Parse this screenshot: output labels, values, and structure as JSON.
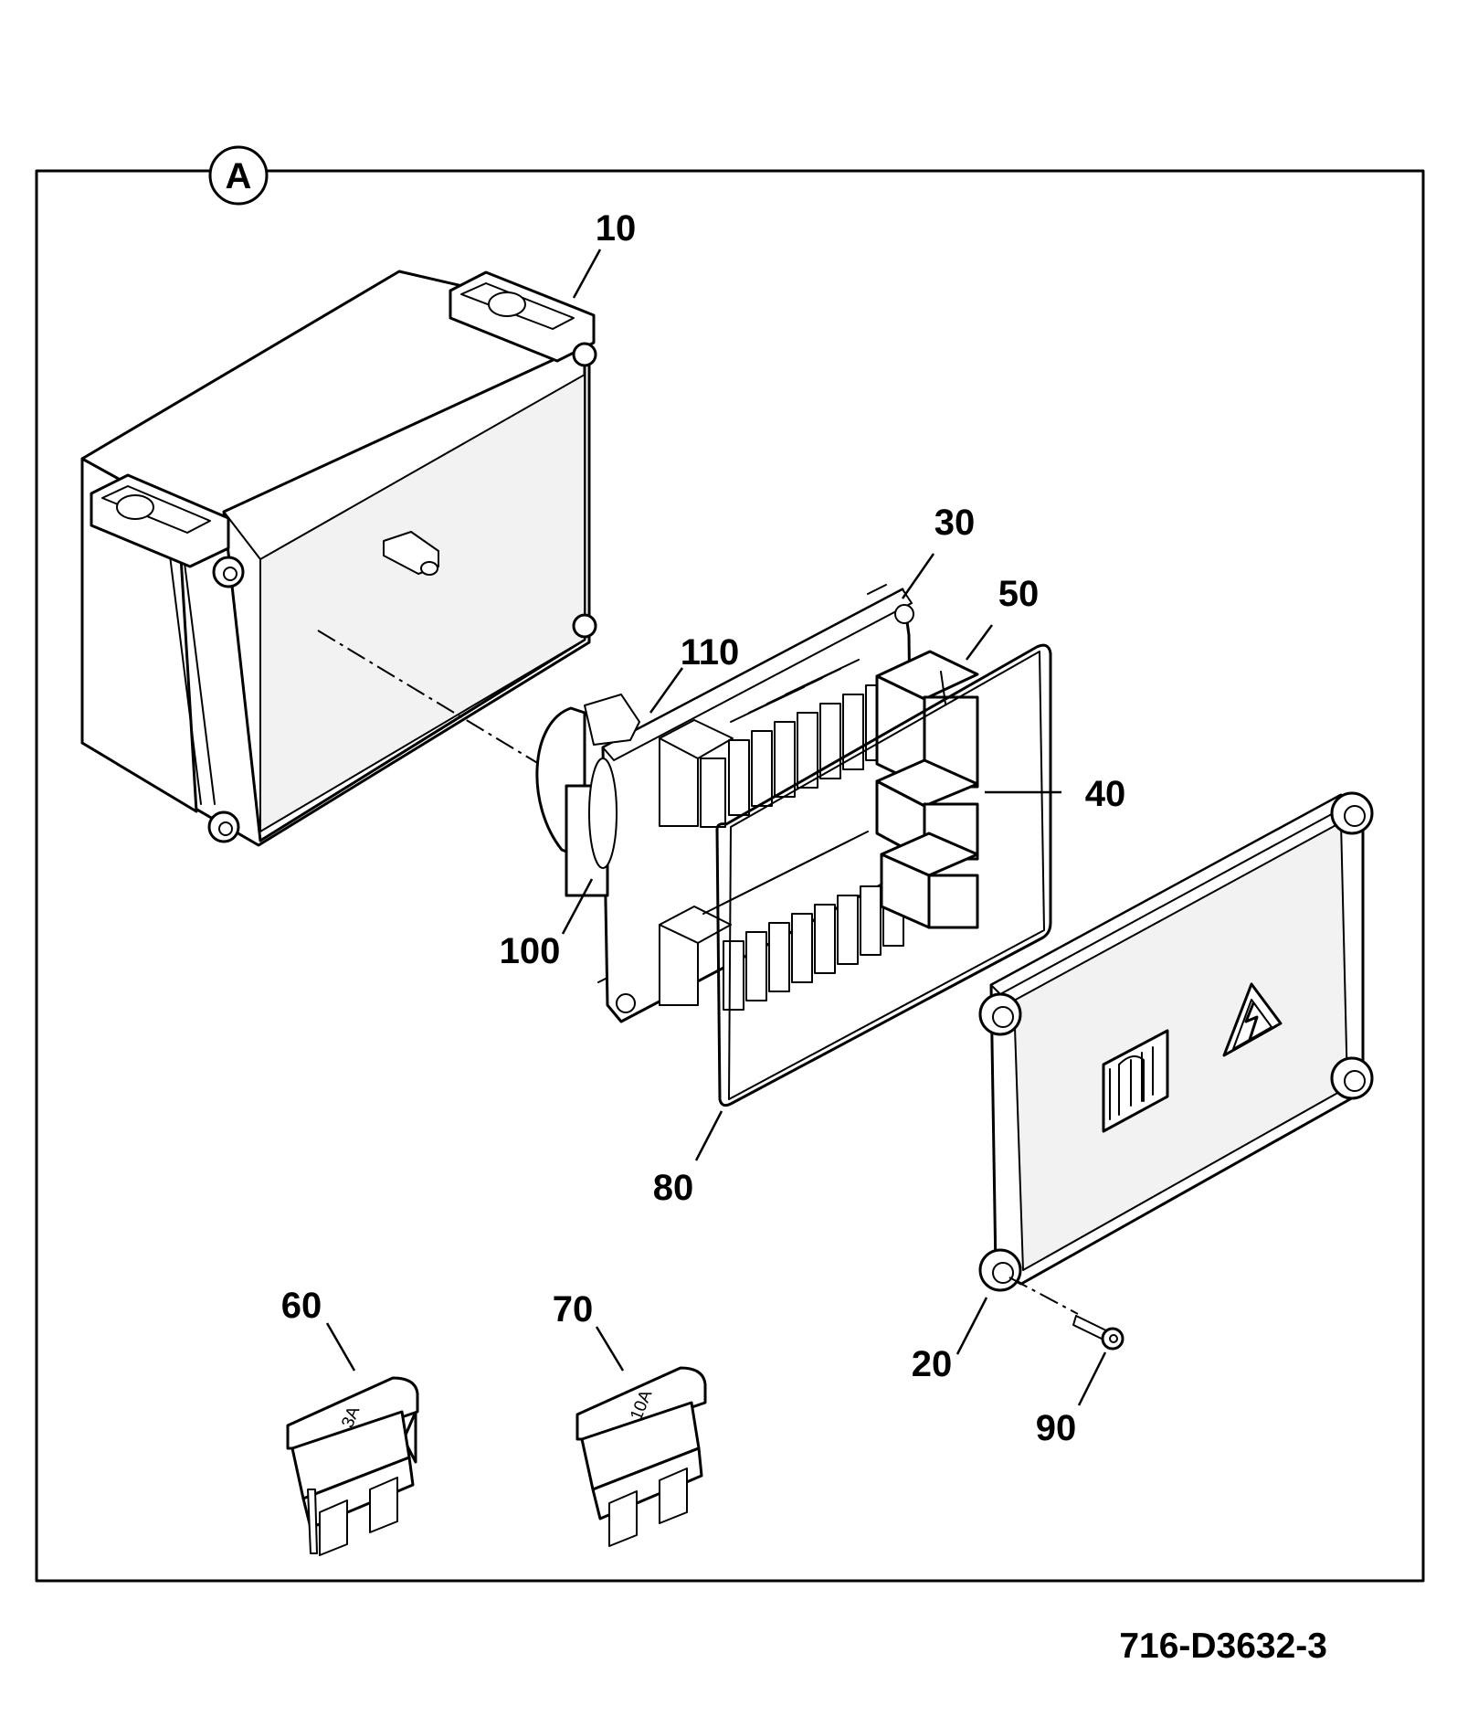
{
  "view": {
    "label": "A"
  },
  "callouts": {
    "c10": "10",
    "c20": "20",
    "c30": "30",
    "c40": "40",
    "c50": "50",
    "c60": "60",
    "c70": "70",
    "c80": "80",
    "c90": "90",
    "c100": "100",
    "c110": "110"
  },
  "fuses": {
    "fuse_60_rating": "3A",
    "fuse_70_rating": "10A"
  },
  "drawing_number": "716-D3632-3"
}
